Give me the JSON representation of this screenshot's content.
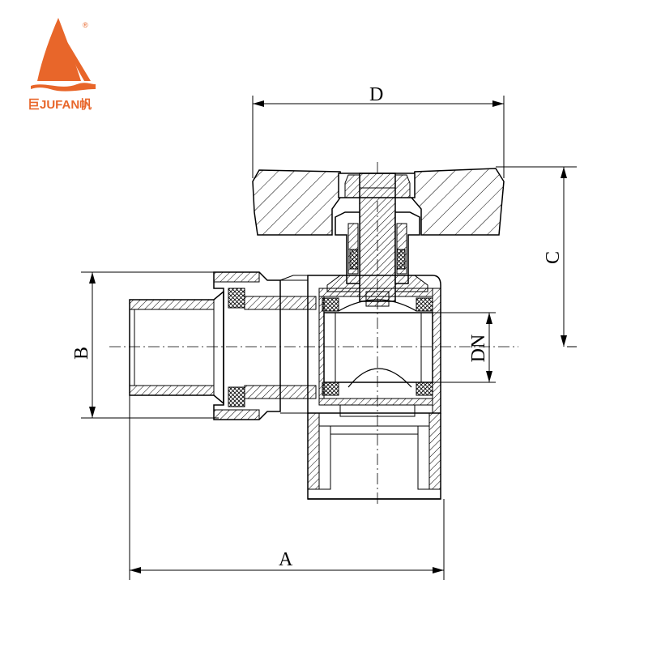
{
  "logo": {
    "text": "巨JUFAN帆",
    "registered_mark": "®",
    "brand_color": "#e8662a"
  },
  "dimensions": {
    "a": "A",
    "b": "B",
    "c": "C",
    "d": "D",
    "dn": "DN"
  },
  "colors": {
    "line": "#000000",
    "background": "#ffffff"
  }
}
